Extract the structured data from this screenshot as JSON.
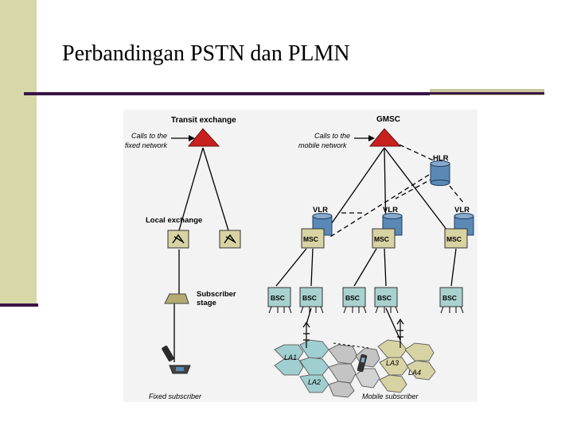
{
  "slide": {
    "title": "Perbandingan PSTN dan PLMN"
  },
  "diagram": {
    "labels": {
      "transit_exchange": "Transit exchange",
      "calls_fixed_line1": "Calls to the",
      "calls_fixed_line2": "fixed network",
      "local_exchange": "Local exchange",
      "subscriber_stage_line1": "Subscriber",
      "subscriber_stage_line2": "stage",
      "fixed_subscriber": "Fixed subscriber",
      "gmsc": "GMSC",
      "calls_mobile_line1": "Calls to the",
      "calls_mobile_line2": "mobile network",
      "hlr": "HLR",
      "vlr_1": "VLR",
      "vlr_2": "VLR",
      "vlr_3": "VLR",
      "msc_1": "MSC",
      "msc_2": "MSC",
      "msc_3": "MSC",
      "bsc_1": "BSC",
      "bsc_2": "BSC",
      "bsc_3": "BSC",
      "bsc_4": "BSC",
      "bsc_5": "BSC",
      "la1": "LA1",
      "la2": "LA2",
      "la3": "LA3",
      "la4": "LA4",
      "mobile_subscriber": "Mobile subscriber"
    },
    "colors": {
      "exchange_triangle": "#c8201e",
      "switch_box": "#d8d3a3",
      "database": "#5b89b6",
      "bsc_box": "#a9d2cf",
      "cell_teal": "#9fcfd0",
      "cell_gray": "#c4c4c4",
      "background_accent": "#d8d7a8",
      "rule_color": "#3a1446"
    }
  }
}
